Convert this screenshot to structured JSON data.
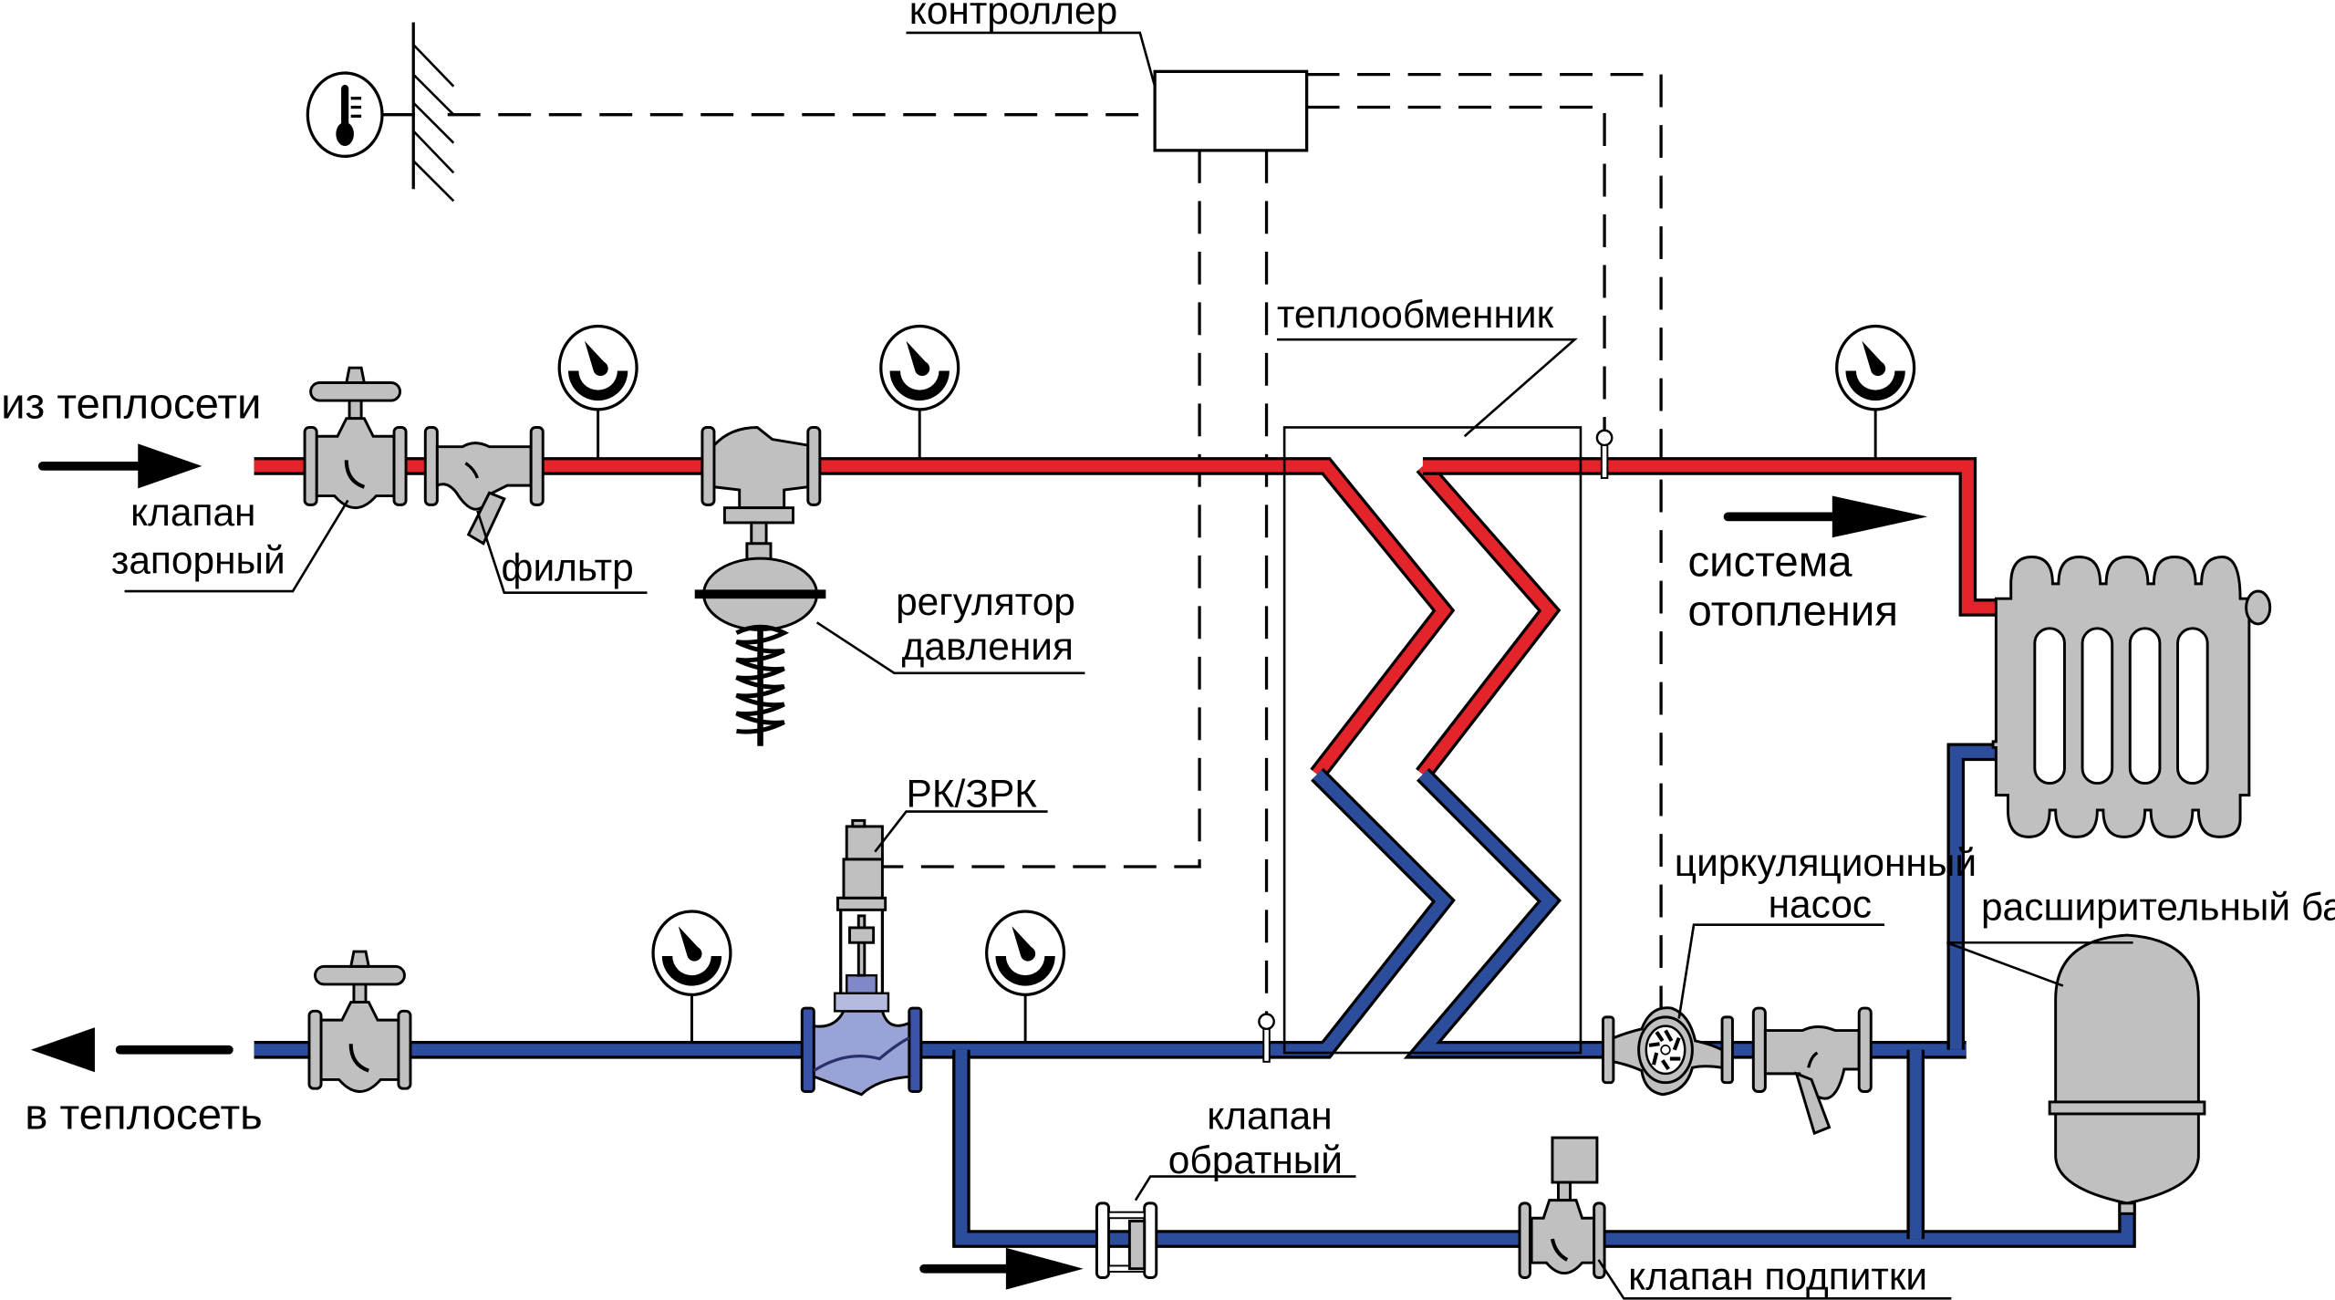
{
  "title": "Схема независимого подключения системы отопления",
  "colors": {
    "supply_pipe": "#e3242b",
    "return_pipe": "#2b4d9b",
    "equipment": "#c0c0c0",
    "outline": "#000000"
  },
  "labels": {
    "from_network": "из теплосети",
    "to_network": "в теплосеть",
    "shutoff_valve_line1": "клапан",
    "shutoff_valve_line2": "запорный",
    "filter": "фильтр",
    "pressure_regulator_line1": "регулятор",
    "pressure_regulator_line2": "давления",
    "controller": "контроллер",
    "heat_exchanger": "теплообменник",
    "heating_system_line1": "система",
    "heating_system_line2": "отопления",
    "control_valve": "РК/ЗРК",
    "circulation_pump_line1": "циркуляционный",
    "circulation_pump_line2": "насос",
    "expansion_tank": "расширительный бак",
    "check_valve_line1": "клапан",
    "check_valve_line2": "обратный",
    "makeup_valve": "клапан подпитки"
  },
  "icons": {
    "outdoor_sensor": "thermometer-icon",
    "gauge": "pressure-gauge-icon",
    "flow_arrow": "arrow-icon"
  }
}
